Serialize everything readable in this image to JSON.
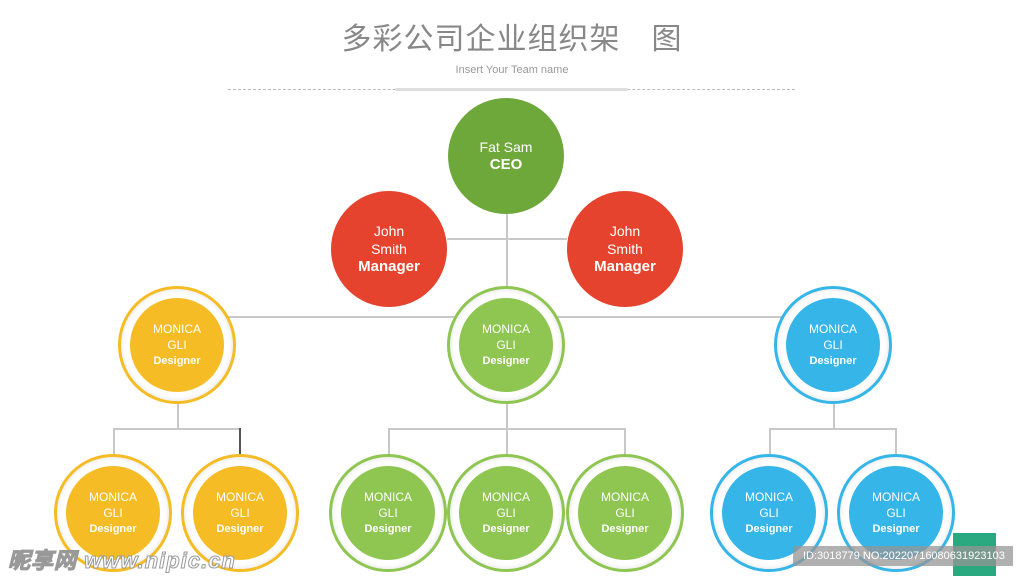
{
  "title": "多彩公司企业组织架　图",
  "subtitle": "Insert Your Team name",
  "colors": {
    "ceo": "#6ea83a",
    "manager": "#e5432e",
    "yellow": "#f6bc25",
    "green": "#8fc551",
    "blue": "#35b5e8"
  },
  "ceo": {
    "name": "Fat Sam",
    "role": "CEO"
  },
  "managers": [
    {
      "name1": "John",
      "name2": "Smith",
      "role": "Manager"
    },
    {
      "name1": "John",
      "name2": "Smith",
      "role": "Manager"
    }
  ],
  "level3": [
    {
      "name1": "MONICA",
      "name2": "GLI",
      "role": "Designer",
      "color": "yellow"
    },
    {
      "name1": "MONICA",
      "name2": "GLI",
      "role": "Designer",
      "color": "green"
    },
    {
      "name1": "MONICA",
      "name2": "GLI",
      "role": "Designer",
      "color": "blue"
    }
  ],
  "level4": [
    {
      "name1": "MONICA",
      "name2": "GLI",
      "role": "Designer",
      "color": "yellow"
    },
    {
      "name1": "MONICA",
      "name2": "GLI",
      "role": "Designer",
      "color": "yellow"
    },
    {
      "name1": "MONICA",
      "name2": "GLI",
      "role": "Designer",
      "color": "green"
    },
    {
      "name1": "MONICA",
      "name2": "GLI",
      "role": "Designer",
      "color": "green"
    },
    {
      "name1": "MONICA",
      "name2": "GLI",
      "role": "Designer",
      "color": "green"
    },
    {
      "name1": "MONICA",
      "name2": "GLI",
      "role": "Designer",
      "color": "blue"
    },
    {
      "name1": "MONICA",
      "name2": "GLI",
      "role": "Designer",
      "color": "blue"
    }
  ],
  "watermark": "昵享网 www.nipic.cn",
  "id_text": "ID:3018779 NO:20220716080631923103"
}
